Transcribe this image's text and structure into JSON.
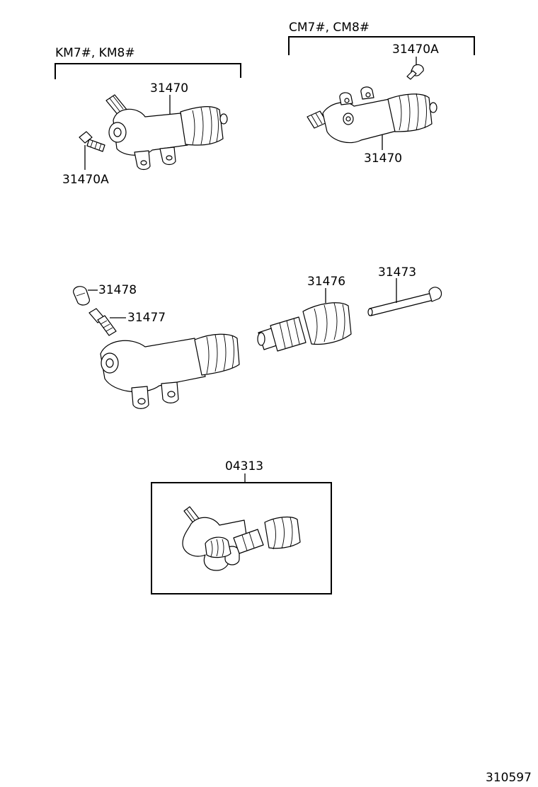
{
  "groups": {
    "km": "KM7#, KM8#",
    "cm": "CM7#, CM8#"
  },
  "callouts": {
    "km_cylinder": "31470",
    "km_bolt": "31470A",
    "cm_bolt": "31470A",
    "cm_cylinder": "31470",
    "bleeder_cap": "31478",
    "bleeder_plug": "31477",
    "piston": "31476",
    "push_rod": "31473",
    "repair_kit": "04313"
  },
  "illustration_number": "310597"
}
